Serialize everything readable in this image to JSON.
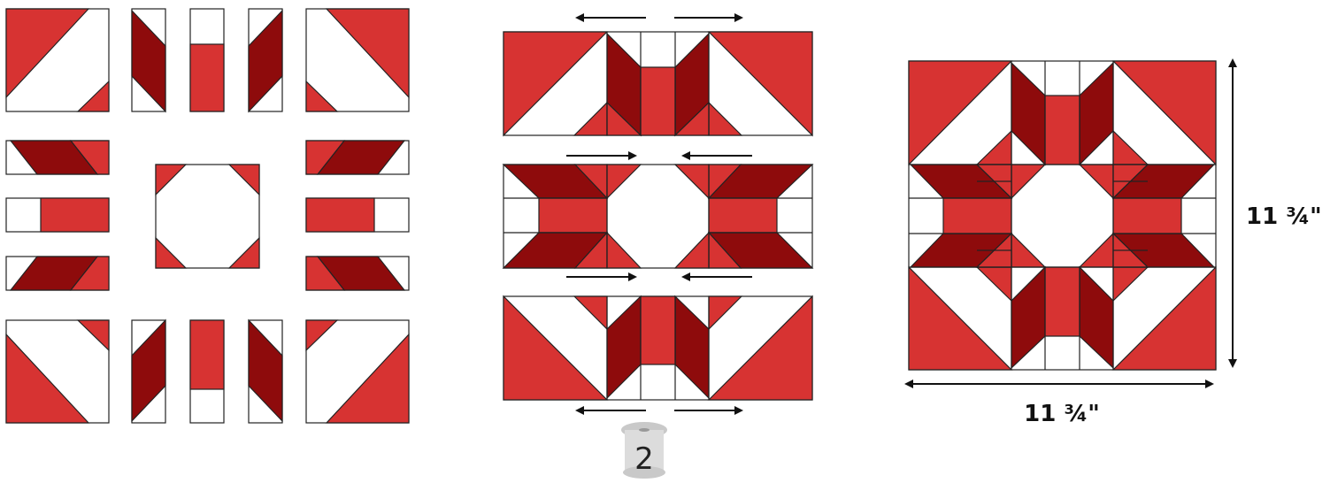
{
  "colors": {
    "red": "#d73332",
    "dark_red": "#8e0b0c",
    "white": "#ffffff",
    "outline": "#222222",
    "spool": "#c9c9c9"
  },
  "dimensions": {
    "height": "11 ¾\"",
    "width": "11 ¾\""
  },
  "step": {
    "number": "2",
    "icon": "thread-spool-icon"
  },
  "icons": {
    "arrow": "arrow-icon",
    "dimension_arrow": "double-arrow-icon"
  }
}
